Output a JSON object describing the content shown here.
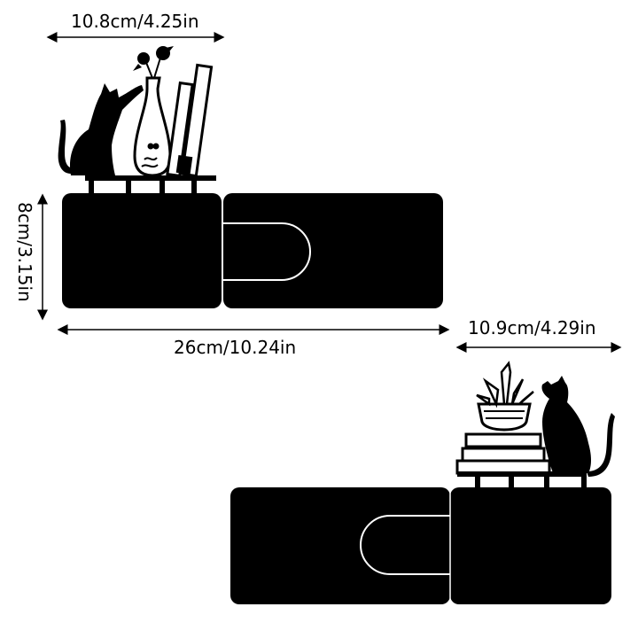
{
  "dimensions": {
    "top_width": "10.8cm/4.25in",
    "height": "8cm/3.15in",
    "total_width": "26cm/10.24in",
    "right_width": "10.9cm/4.29in"
  },
  "colors": {
    "product": "#000000",
    "background": "#ffffff",
    "dimension_line": "#000000"
  },
  "items": [
    {
      "name": "bookend-set-cat-vase-books"
    },
    {
      "name": "bookend-set-cat-plant-books"
    }
  ]
}
